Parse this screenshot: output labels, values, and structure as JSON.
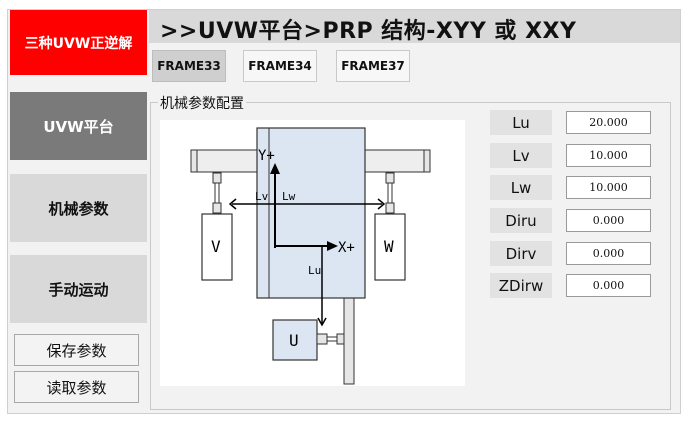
{
  "brand": {
    "label": "三种UVW正逆解"
  },
  "header": {
    "title": ">>UVW平台>PRP 结构-XYY 或 XXY"
  },
  "tabs": [
    {
      "label": "FRAME33"
    },
    {
      "label": "FRAME34"
    },
    {
      "label": "FRAME37"
    }
  ],
  "sidebar": {
    "items": [
      {
        "label": "UVW平台"
      },
      {
        "label": "机械参数"
      },
      {
        "label": "手动运动"
      }
    ],
    "buttons": [
      {
        "label": "保存参数"
      },
      {
        "label": "读取参数"
      }
    ]
  },
  "panel": {
    "group_label": "机械参数配置",
    "params": [
      {
        "label": "Lu",
        "value": "20.000"
      },
      {
        "label": "Lv",
        "value": "10.000"
      },
      {
        "label": "Lw",
        "value": "10.000"
      },
      {
        "label": "Diru",
        "value": "0.000"
      },
      {
        "label": "Dirv",
        "value": "0.000"
      },
      {
        "label": "ZDirw",
        "value": "0.000"
      }
    ]
  },
  "diagram": {
    "y_axis": "Y+",
    "x_axis": "X+",
    "lv": "Lv",
    "lw": "Lw",
    "lu": "Lu",
    "motor_v": "V",
    "motor_w": "W",
    "motor_u": "U"
  },
  "colors": {
    "brand": "#ff0000",
    "active_nav": "#7a7a7a",
    "platform": "#dce6f2",
    "arrow": "#000000"
  }
}
